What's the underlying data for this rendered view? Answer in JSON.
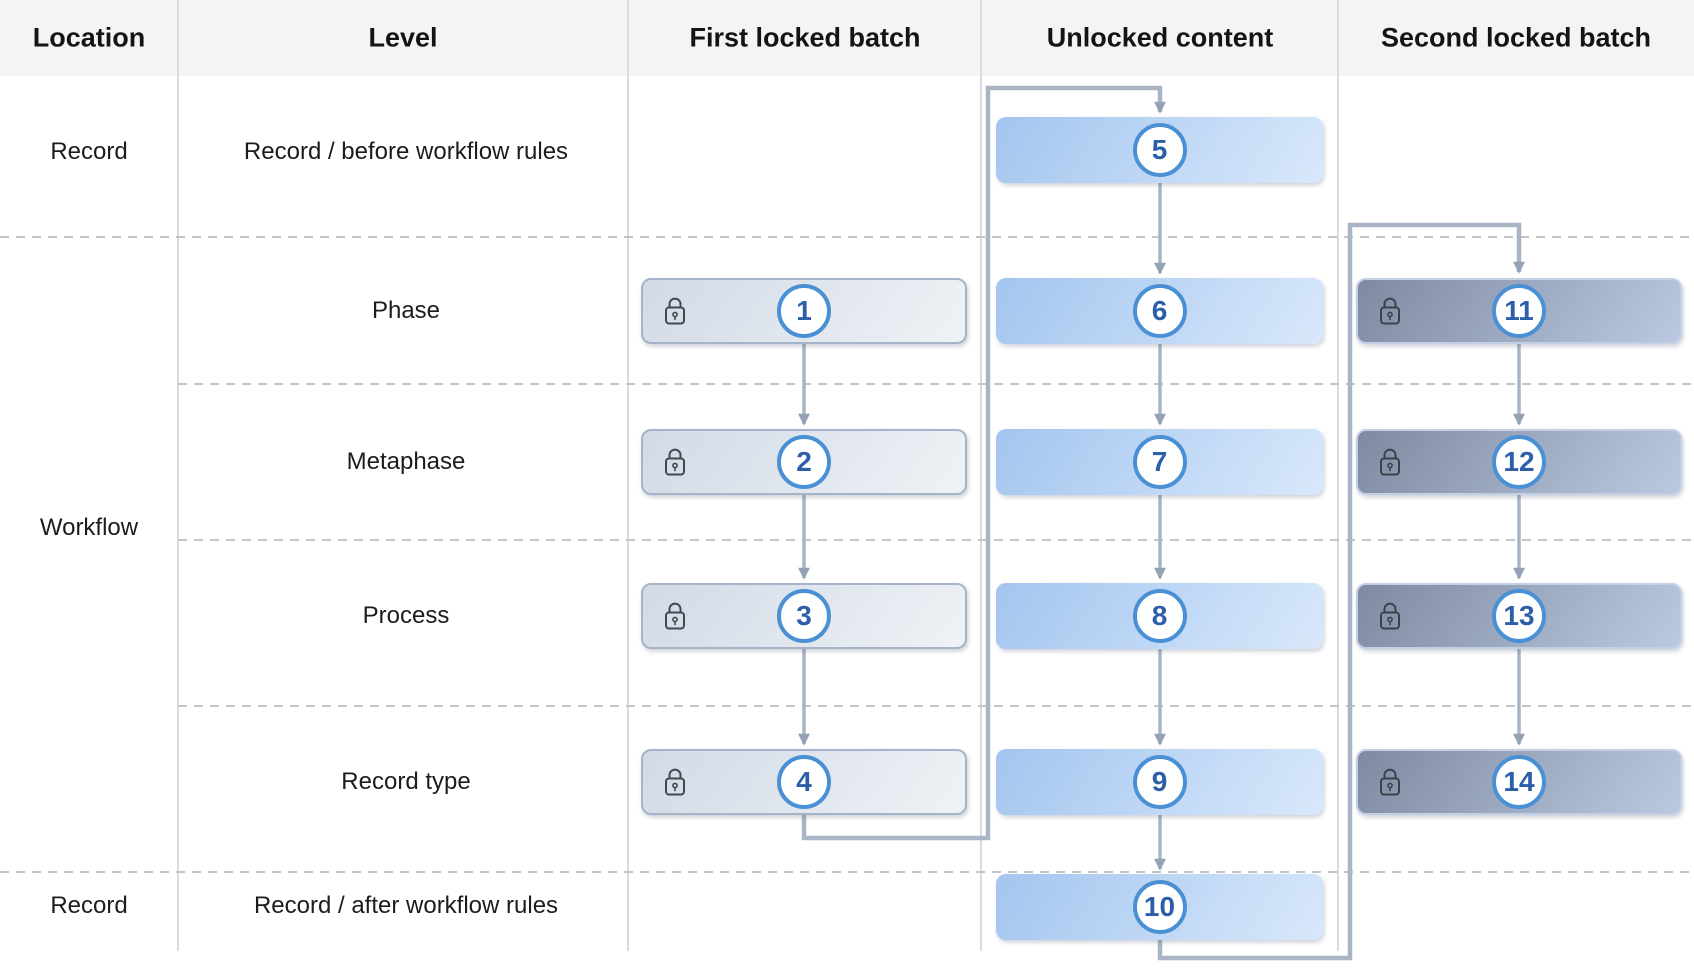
{
  "header": {
    "columns": [
      {
        "label": "Location"
      },
      {
        "label": "Level"
      },
      {
        "label": "First locked batch"
      },
      {
        "label": "Unlocked content"
      },
      {
        "label": "Second locked batch"
      }
    ]
  },
  "location_groups": [
    {
      "label": "Record"
    },
    {
      "label": "Workflow"
    },
    {
      "label": "Record"
    }
  ],
  "level_rows": [
    {
      "label": "Record / before workflow rules"
    },
    {
      "label": "Phase"
    },
    {
      "label": "Metaphase"
    },
    {
      "label": "Process"
    },
    {
      "label": "Record type"
    },
    {
      "label": "Record / after workflow rules"
    }
  ],
  "nodes": [
    {
      "num": "1",
      "batch": "first-locked",
      "row": 1,
      "locked": true
    },
    {
      "num": "2",
      "batch": "first-locked",
      "row": 2,
      "locked": true
    },
    {
      "num": "3",
      "batch": "first-locked",
      "row": 3,
      "locked": true
    },
    {
      "num": "4",
      "batch": "first-locked",
      "row": 4,
      "locked": true
    },
    {
      "num": "5",
      "batch": "unlocked",
      "row": 0,
      "locked": false
    },
    {
      "num": "6",
      "batch": "unlocked",
      "row": 1,
      "locked": false
    },
    {
      "num": "7",
      "batch": "unlocked",
      "row": 2,
      "locked": false
    },
    {
      "num": "8",
      "batch": "unlocked",
      "row": 3,
      "locked": false
    },
    {
      "num": "9",
      "batch": "unlocked",
      "row": 4,
      "locked": false
    },
    {
      "num": "10",
      "batch": "unlocked",
      "row": 5,
      "locked": false
    },
    {
      "num": "11",
      "batch": "second-locked",
      "row": 1,
      "locked": true
    },
    {
      "num": "12",
      "batch": "second-locked",
      "row": 2,
      "locked": true
    },
    {
      "num": "13",
      "batch": "second-locked",
      "row": 3,
      "locked": true
    },
    {
      "num": "14",
      "batch": "second-locked",
      "row": 4,
      "locked": true
    }
  ],
  "edges": [
    [
      "1",
      "2"
    ],
    [
      "2",
      "3"
    ],
    [
      "3",
      "4"
    ],
    [
      "4",
      "5"
    ],
    [
      "5",
      "6"
    ],
    [
      "6",
      "7"
    ],
    [
      "7",
      "8"
    ],
    [
      "8",
      "9"
    ],
    [
      "9",
      "10"
    ],
    [
      "10",
      "11"
    ],
    [
      "11",
      "12"
    ],
    [
      "12",
      "13"
    ],
    [
      "13",
      "14"
    ]
  ],
  "colors": {
    "header_bg": "#f4f4f4",
    "column_divider": "#d8dadc",
    "row_dashed": "#c2c6cb",
    "arrow": "#a9b4c4",
    "arrowhead": "#93a2b4",
    "circle_border": "#4a90d4",
    "circle_number": "#2d5ea9",
    "locked1_gradient_from": "#d2dae6",
    "locked1_gradient_to": "#eff2f6",
    "locked1_border": "#a6b4ca",
    "unlocked_gradient_from": "#a3c5ef",
    "unlocked_gradient_to": "#d9e8fb",
    "locked2_gradient_from": "#7e8aa1",
    "locked2_gradient_to": "#bac9e1",
    "locked2_border": "#c3cfe2",
    "lock_icon": "#43484f"
  }
}
